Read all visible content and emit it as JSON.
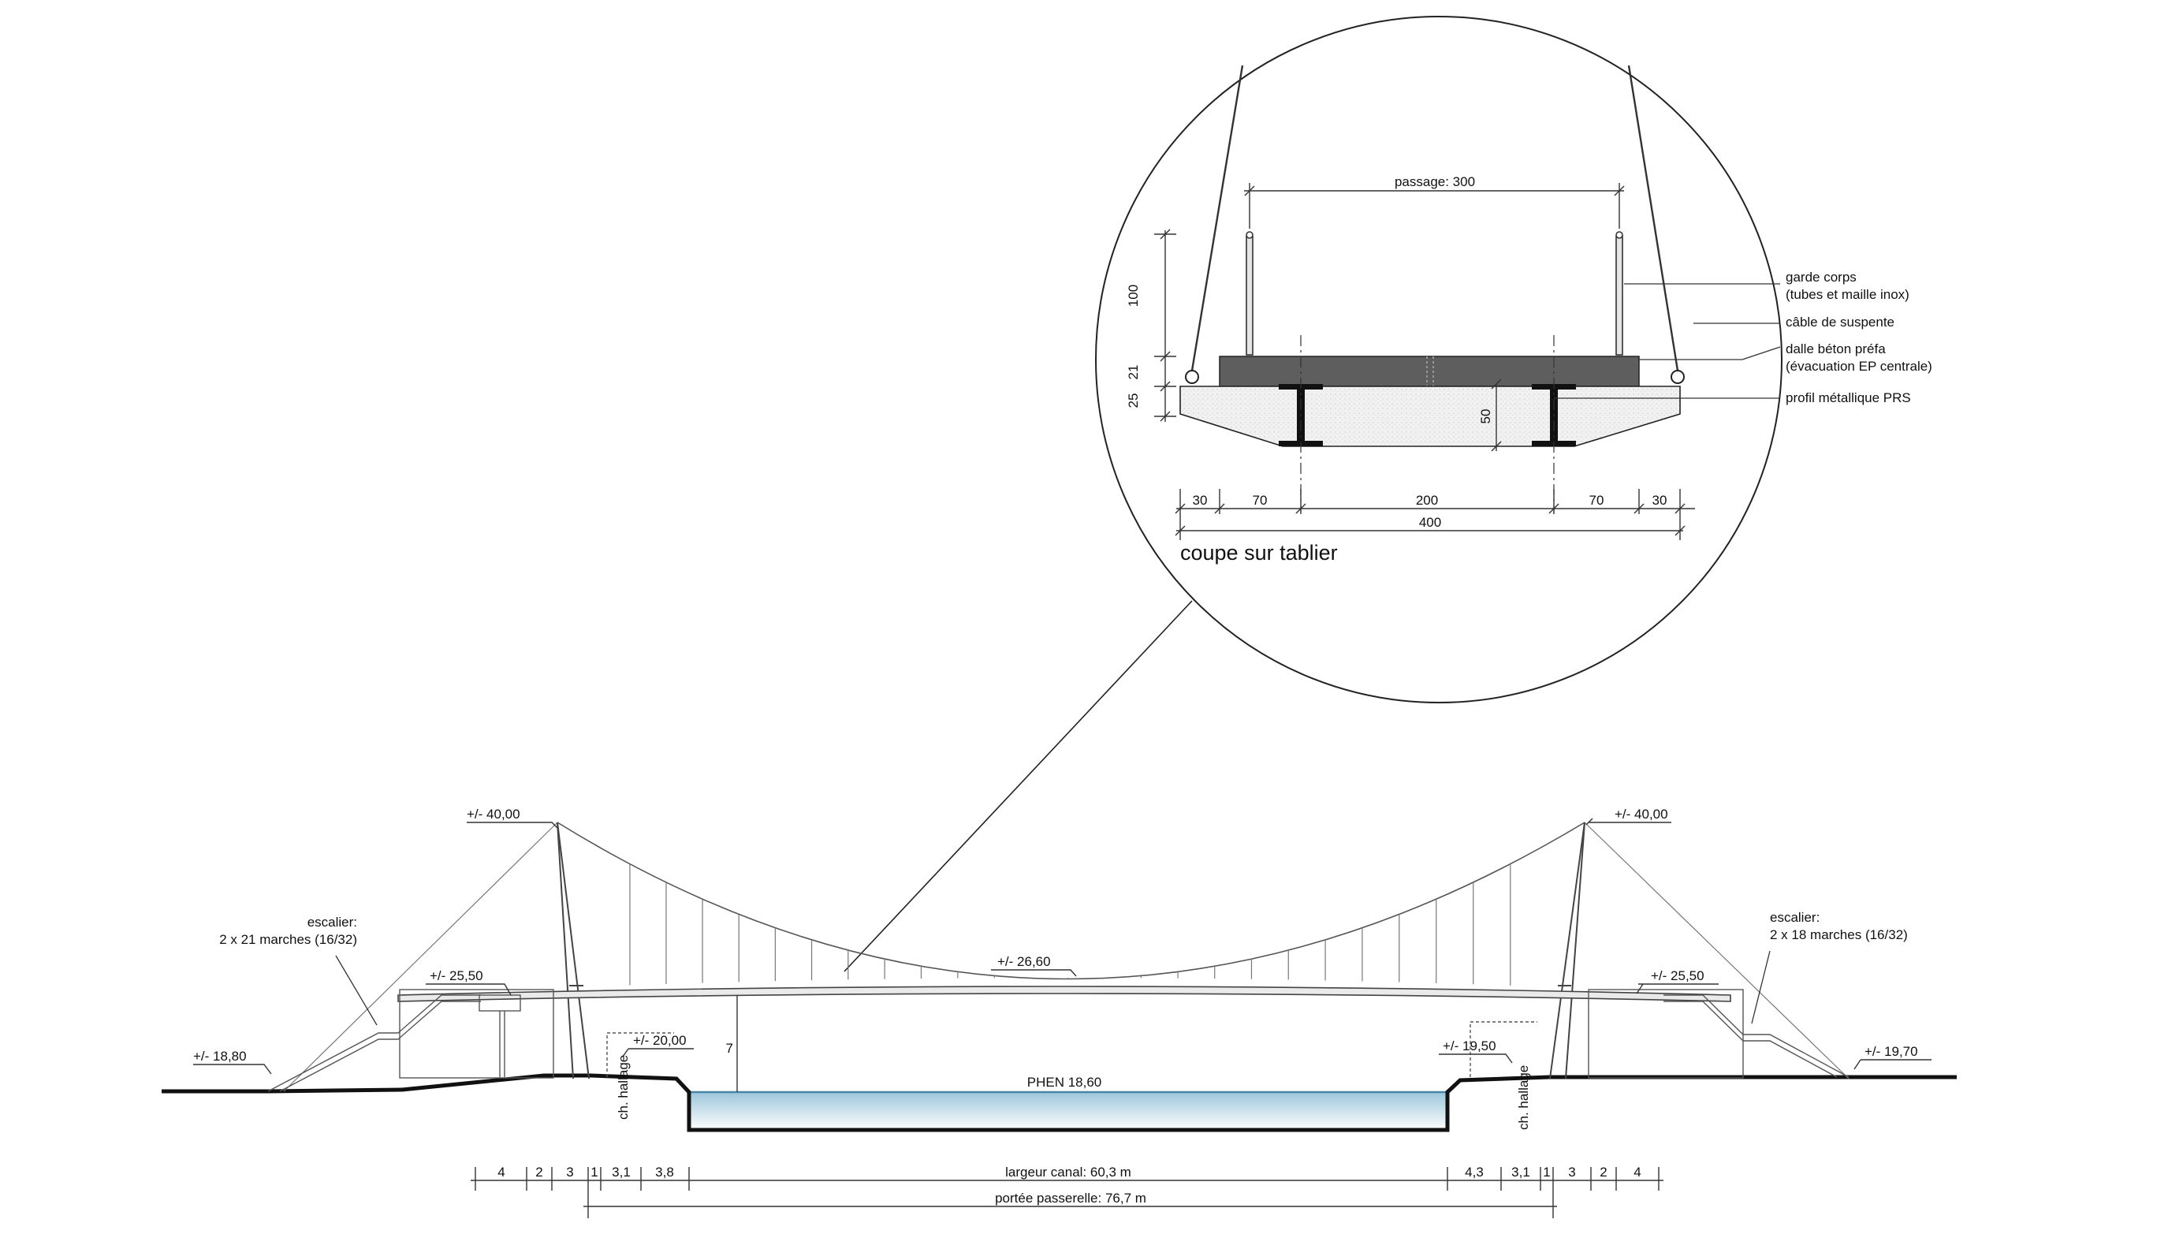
{
  "detail": {
    "title": "coupe sur tablier",
    "passage": "passage: 300",
    "dim_height_rail": "100",
    "dim_21": "21",
    "dim_25": "25",
    "dim_beam": "50",
    "widths": [
      "30",
      "70",
      "200",
      "70",
      "30"
    ],
    "total_width": "400",
    "callouts": {
      "garde_corps_1": "garde corps",
      "garde_corps_2": "(tubes et maille inox)",
      "cable": "câble de suspente",
      "dalle_1": "dalle béton préfa",
      "dalle_2": "(évacuation EP centrale)",
      "profil": "profil métallique PRS"
    }
  },
  "elevation": {
    "levels": {
      "pylon_left": "+/- 40,00",
      "pylon_right": "+/- 40,00",
      "deck_mid": "+/- 26,60",
      "landing_left": "+/- 25,50",
      "landing_right": "+/- 25,50",
      "ground_left": "+/- 18,80",
      "ground_right": "+/- 19,70",
      "towpath_left": "+/- 20,00",
      "towpath_right": "+/- 19,50"
    },
    "stairs_left": {
      "line1": "escalier:",
      "line2": "2 x 21 marches (16/32)"
    },
    "stairs_right": {
      "line1": "escalier:",
      "line2": "2 x 18 marches (16/32)"
    },
    "clearance": "7",
    "water_level": "PHEN 18,60",
    "towpath_label": "ch. hallage",
    "dims_left": [
      "4",
      "2",
      "3",
      "1",
      "3,1",
      "3,8"
    ],
    "canal_width": "largeur canal: 60,3 m",
    "dims_right": [
      "4,3",
      "3,1",
      "1",
      "3",
      "2",
      "4"
    ],
    "span": "portée passerelle: 76,7 m"
  }
}
